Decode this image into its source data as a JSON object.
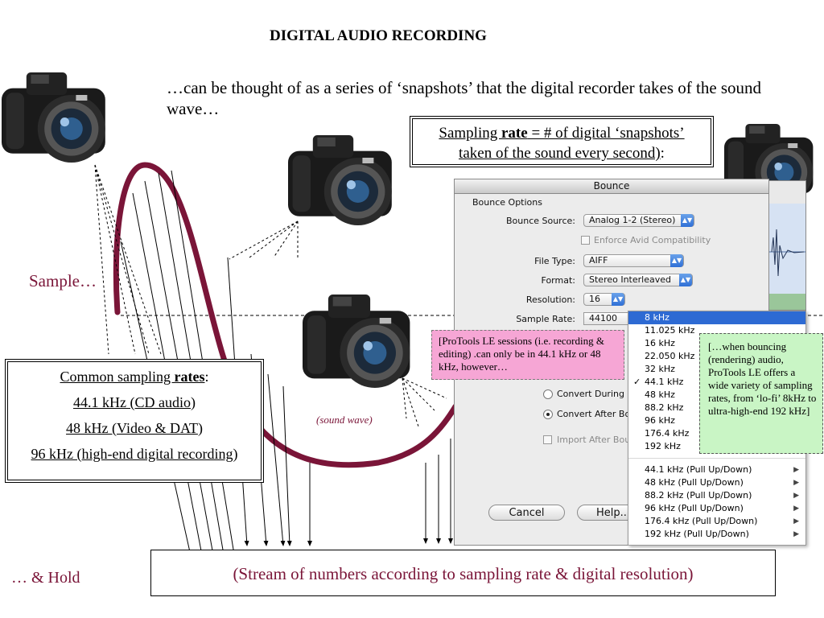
{
  "title": "DIGITAL AUDIO RECORDING",
  "intro": "…can be thought of as a series of ‘snapshots’ that the digital recorder takes of the sound wave…",
  "sampling_box": {
    "pre": "Sampling ",
    "bold": "rate",
    "line1_rest": " = # of digital ‘snapshots’",
    "line2": "taken of the sound every second)",
    "tail": ":"
  },
  "labels": {
    "sample": "Sample…",
    "hold": "… & Hold",
    "sound_wave": "(sound wave)"
  },
  "common_rates": {
    "heading_pre": "Common sampling ",
    "heading_bold": "rates",
    "heading_tail": ":",
    "items": [
      {
        "text": "44.1 kHz (CD audio",
        "tail": ")"
      },
      {
        "text": "48 kHz (Video & DAT",
        "tail": ")"
      },
      {
        "text": "96 kHz (high-end digital recording",
        "tail": ")"
      }
    ]
  },
  "stream_text": "(Stream of numbers according to sampling rate & digital resolution)",
  "dialog": {
    "title": "Bounce",
    "group": "Bounce Options",
    "rows": {
      "source_label": "Bounce Source:",
      "source_value": "Analog 1-2 (Stereo)",
      "enforce": "Enforce Avid Compatibility",
      "filetype_label": "File Type:",
      "filetype_value": "AIFF",
      "format_label": "Format:",
      "format_value": "Stereo Interleaved",
      "resolution_label": "Resolution:",
      "resolution_value": "16",
      "samplerate_label": "Sample Rate:",
      "samplerate_value": "44100"
    },
    "convert_during": "Convert During B",
    "convert_after": "Convert After Bo",
    "import_after": "Import After Bou",
    "cancel": "Cancel",
    "help": "Help..."
  },
  "menu": {
    "items": [
      "8 kHz",
      "11.025 kHz",
      "16 kHz",
      "22.050 kHz",
      "32 kHz",
      "44.1 kHz",
      "48 kHz",
      "88.2 kHz",
      "96 kHz",
      "176.4 kHz",
      "192 kHz"
    ],
    "selected": "8 kHz",
    "checked": "44.1 kHz",
    "pull_items": [
      "44.1 kHz (Pull Up/Down)",
      "48 kHz (Pull Up/Down)",
      "88.2 kHz (Pull Up/Down)",
      "96 kHz (Pull Up/Down)",
      "176.4 kHz (Pull Up/Down)",
      "192 kHz (Pull Up/Down)"
    ]
  },
  "pink_note": "[ProTools LE sessions (i.e.  recording & editing) .can only be in 44.1 kHz or 48 kHz, however…",
  "green_note": "[…when bouncing (rendering) audio, ProTools LE offers a wide variety of sampling rates, from ‘lo-fi’ 8kHz to ultra-high-end 192 kHz]",
  "colors": {
    "wave": "#7a1538",
    "label": "#7a1538",
    "menu_highlight": "#2d6ad3"
  },
  "icons": [
    "camera-icon",
    "popup-arrow-icon",
    "checkmark-icon",
    "submenu-arrow-icon"
  ]
}
